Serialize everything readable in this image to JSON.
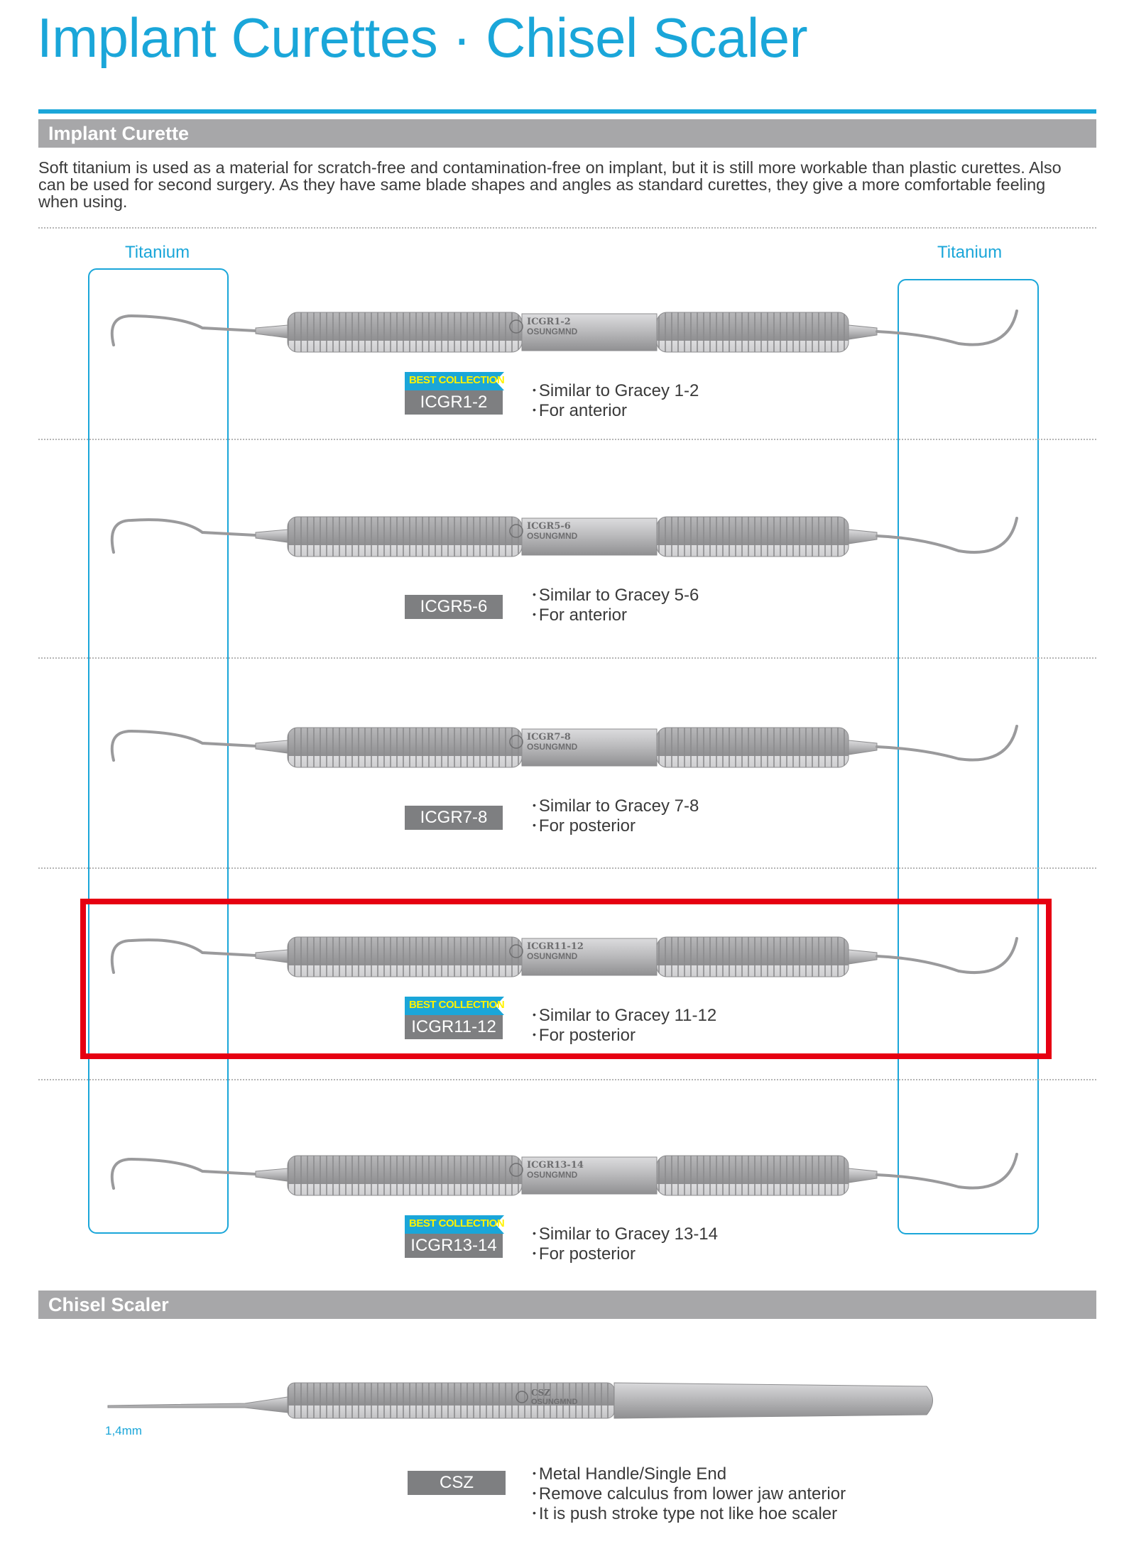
{
  "page": {
    "title": "Implant Curettes · Chisel Scaler"
  },
  "implant_section": {
    "heading": "Implant Curette",
    "description": "Soft titanium is used as a material for scratch-free and contamination-free on implant, but it is still more workable than plastic curettes. Also can be used for second surgery. As they have same blade shapes and angles as standard curettes, they give a more comfortable feeling when using.",
    "material_left": "Titanium",
    "material_right": "Titanium"
  },
  "products": [
    {
      "code": "ICGR1-2",
      "handle_marking": "ICGR1-2",
      "best": true,
      "badge": "BEST COLLECTION",
      "lines": [
        "Similar to Gracey 1-2",
        "For anterior"
      ]
    },
    {
      "code": "ICGR5-6",
      "handle_marking": "ICGR5-6",
      "best": false,
      "badge": "",
      "lines": [
        "Similar to Gracey 5-6",
        "For anterior"
      ]
    },
    {
      "code": "ICGR7-8",
      "handle_marking": "ICGR7-8",
      "best": false,
      "badge": "",
      "lines": [
        "Similar to Gracey 7-8",
        "For posterior"
      ]
    },
    {
      "code": "ICGR11-12",
      "handle_marking": "ICGR11-12",
      "best": true,
      "badge": "BEST COLLECTION",
      "lines": [
        "Similar to Gracey 11-12",
        "For posterior"
      ]
    },
    {
      "code": "ICGR13-14",
      "handle_marking": "ICGR13-14",
      "best": true,
      "badge": "BEST COLLECTION",
      "lines": [
        "Similar to Gracey 13-14",
        "For posterior"
      ]
    }
  ],
  "brand_marking": "OSUNGMND",
  "chisel_section": {
    "heading": "Chisel Scaler",
    "tip_size": "1,4mm",
    "code": "CSZ",
    "handle_marking": "CSZ",
    "lines": [
      "Metal Handle/Single End",
      "Remove calculus from lower jaw anterior",
      "It is push stroke type not like hoe scaler"
    ]
  },
  "colors": {
    "accent": "#1aa6d9",
    "section_bar": "#a7a7a9",
    "code_label": "#7e7f81",
    "badge_bg": "#1aa6d9",
    "badge_text": "#fff200",
    "highlight": "#e60012"
  }
}
